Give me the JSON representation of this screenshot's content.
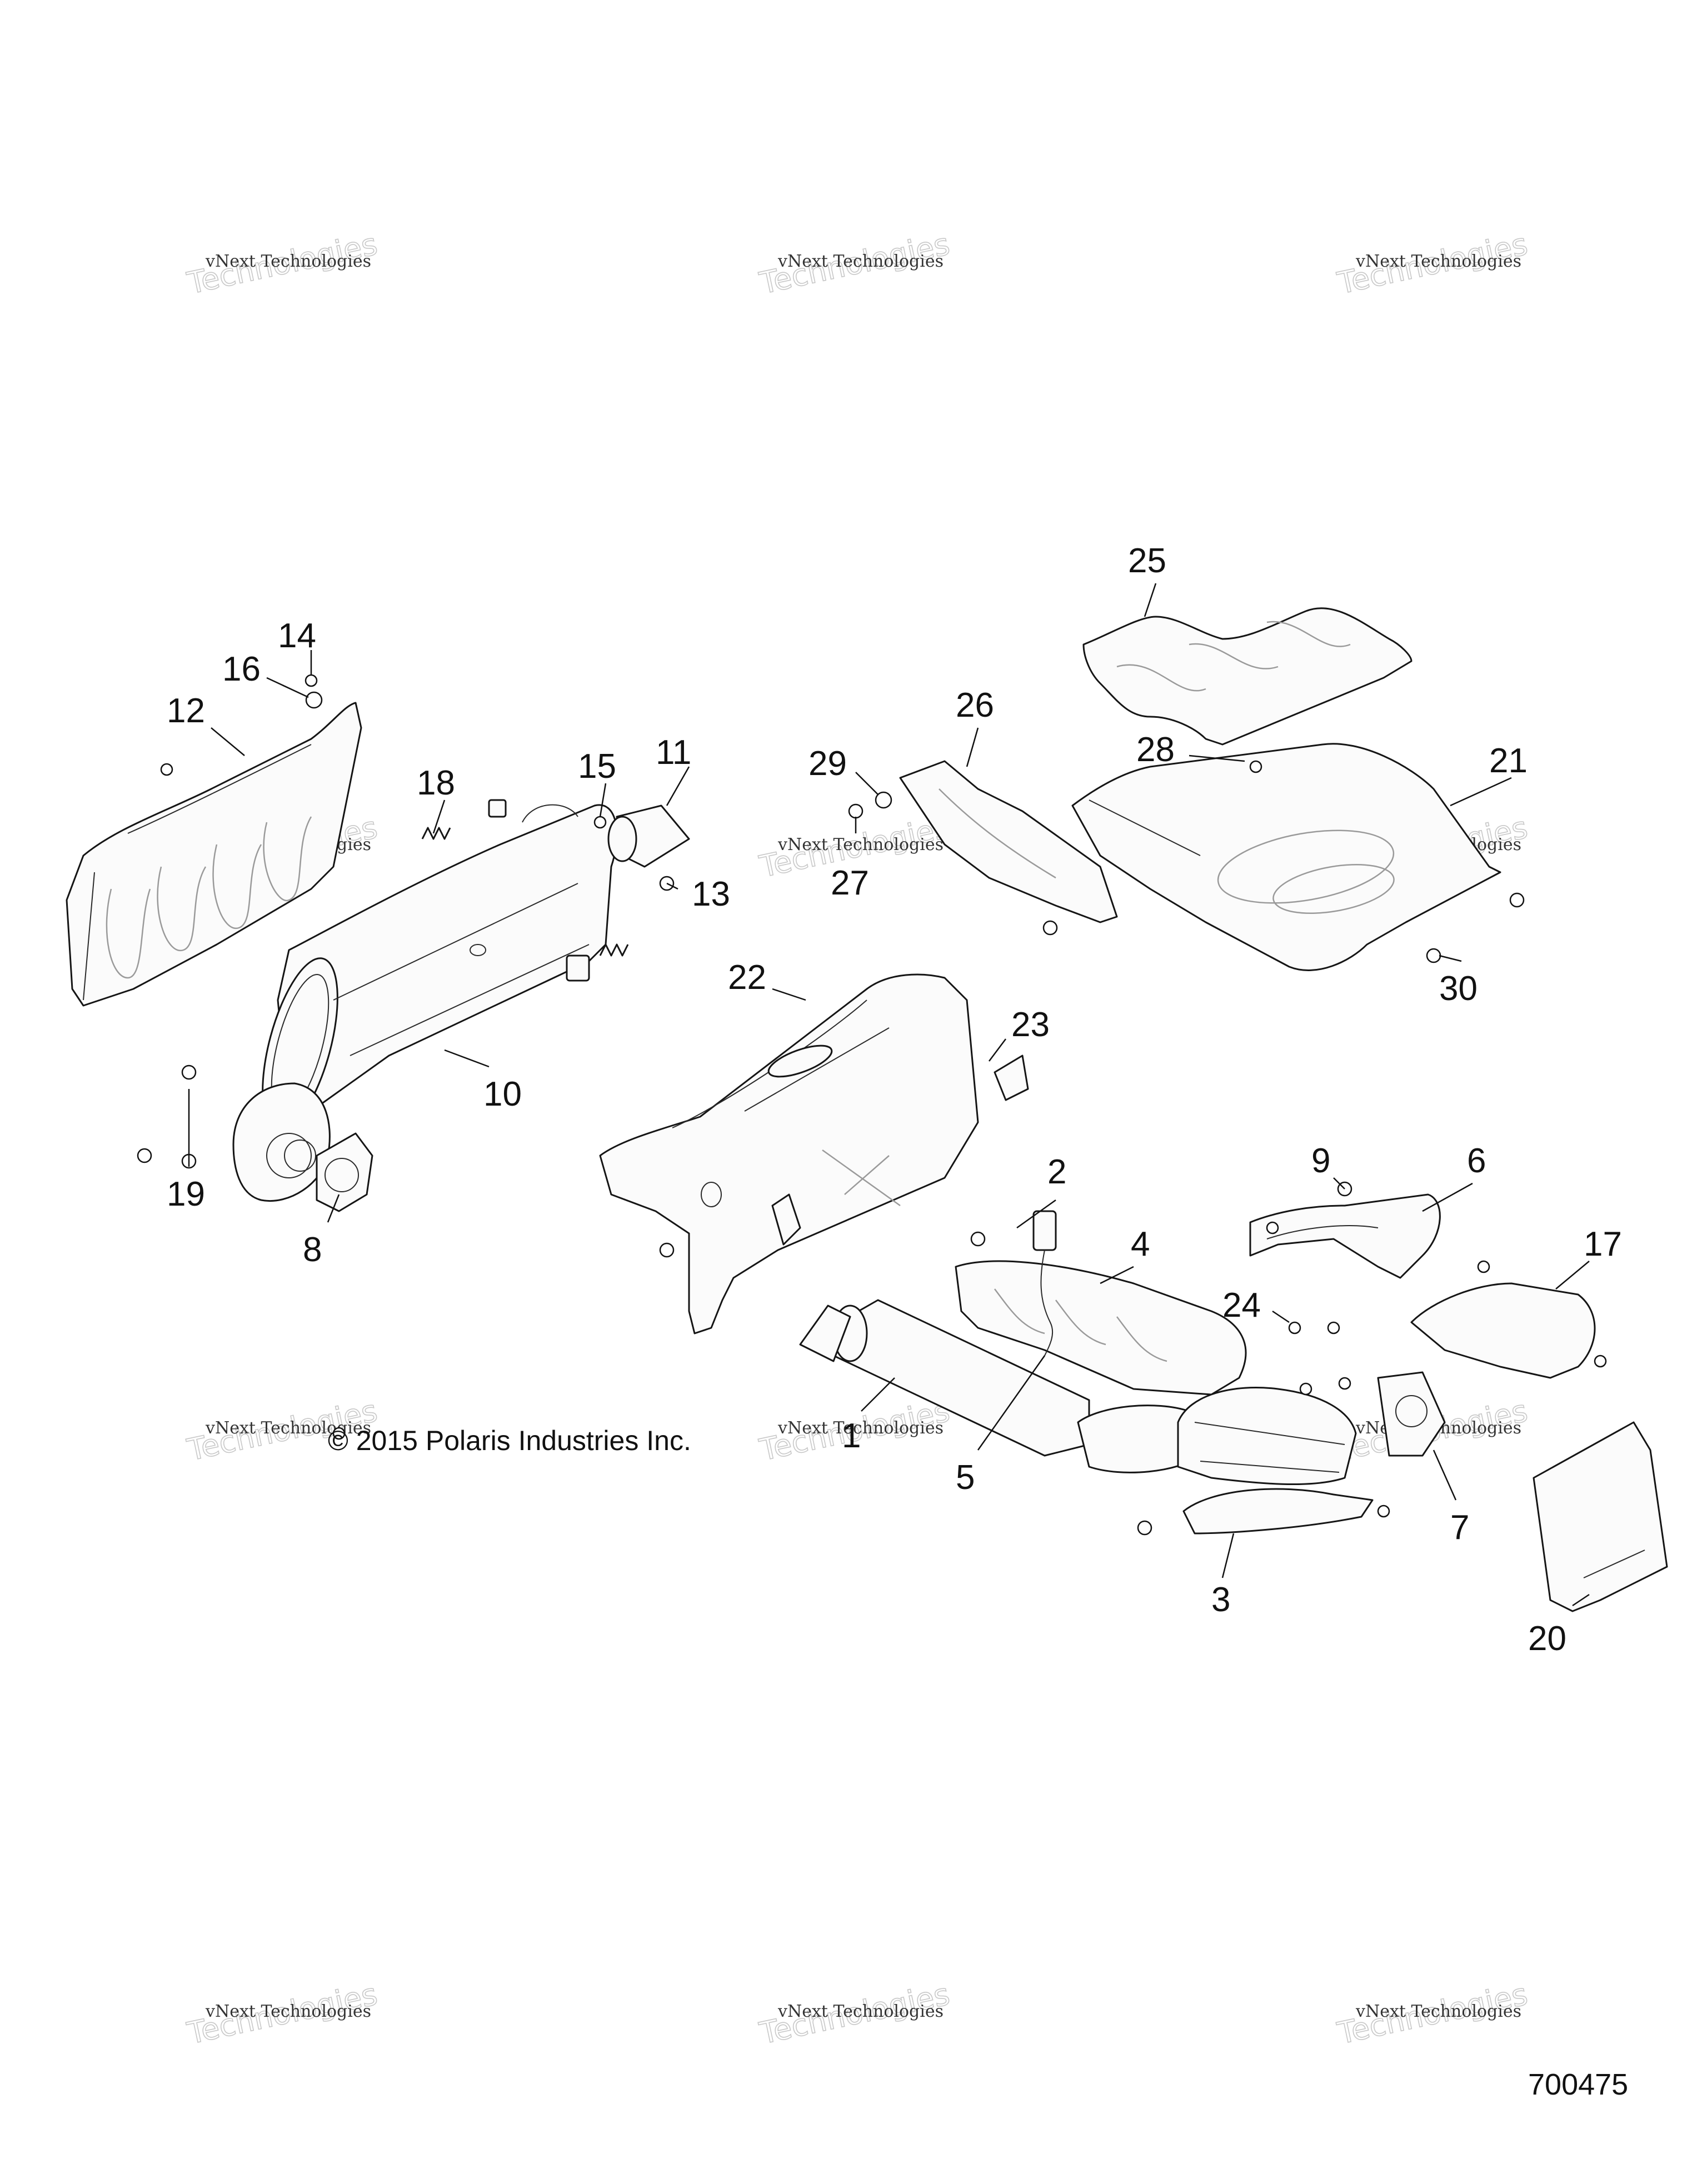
{
  "diagram": {
    "copyright": "© 2015 Polaris Industries Inc.",
    "document_number": "700475",
    "watermark": {
      "line1": "vNext Technologies",
      "line2": "vNext\nTechnologies"
    },
    "callouts": [
      "1",
      "2",
      "3",
      "4",
      "5",
      "6",
      "7",
      "8",
      "9",
      "10",
      "11",
      "12",
      "13",
      "14",
      "15",
      "16",
      "17",
      "18",
      "19",
      "20",
      "21",
      "22",
      "23",
      "24",
      "25",
      "26",
      "27",
      "28",
      "29",
      "30"
    ]
  }
}
